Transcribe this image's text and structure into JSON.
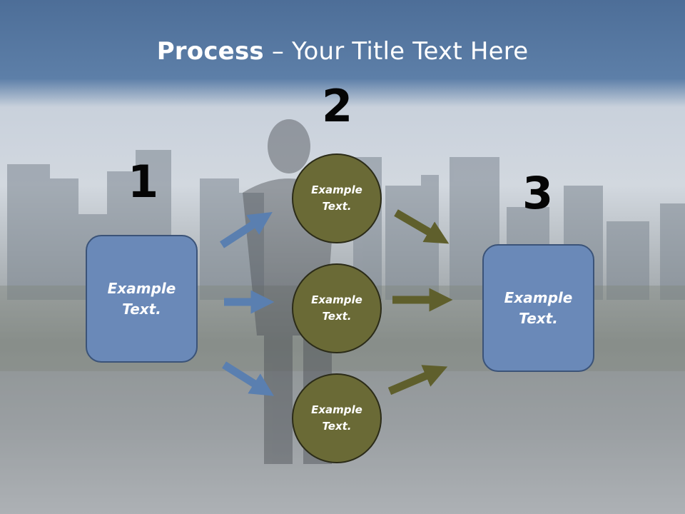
{
  "slide": {
    "title_bold": "Process",
    "title_rest": " – Your Title Text Here"
  },
  "steps": {
    "num1": "1",
    "num2": "2",
    "num3": "3"
  },
  "boxes": {
    "left": "Example\nText.",
    "right": "Example\nText."
  },
  "circles": {
    "top": "Example\nText.",
    "middle": "Example\nText.",
    "bottom": "Example\nText."
  },
  "colors": {
    "blue_shape": "#6a89b8",
    "olive_shape": "#6a6a36",
    "blue_arrow": "#5a7fb0",
    "olive_arrow": "#5f5f2c"
  }
}
